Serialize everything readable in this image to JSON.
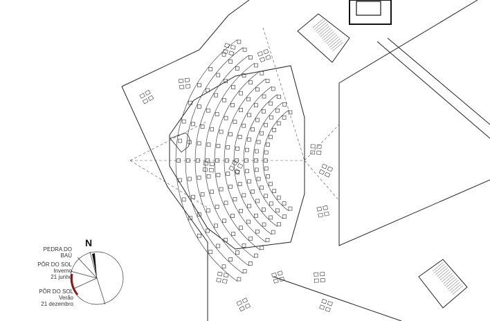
{
  "compass": {
    "north": "N",
    "landmark_line1": "PEDRA DO",
    "landmark_line2": "BAÚ",
    "winter_title": "PÔR DO SOL",
    "winter_season": "Inverno",
    "winter_date": "21 junho",
    "summer_title": "PÔR DO SOL",
    "summer_season": "Verão",
    "summer_date": "21 dezembro"
  },
  "colors": {
    "line": "#222222",
    "sun_arc": "#8b1a1a",
    "label_red": "#8b1a1a"
  }
}
